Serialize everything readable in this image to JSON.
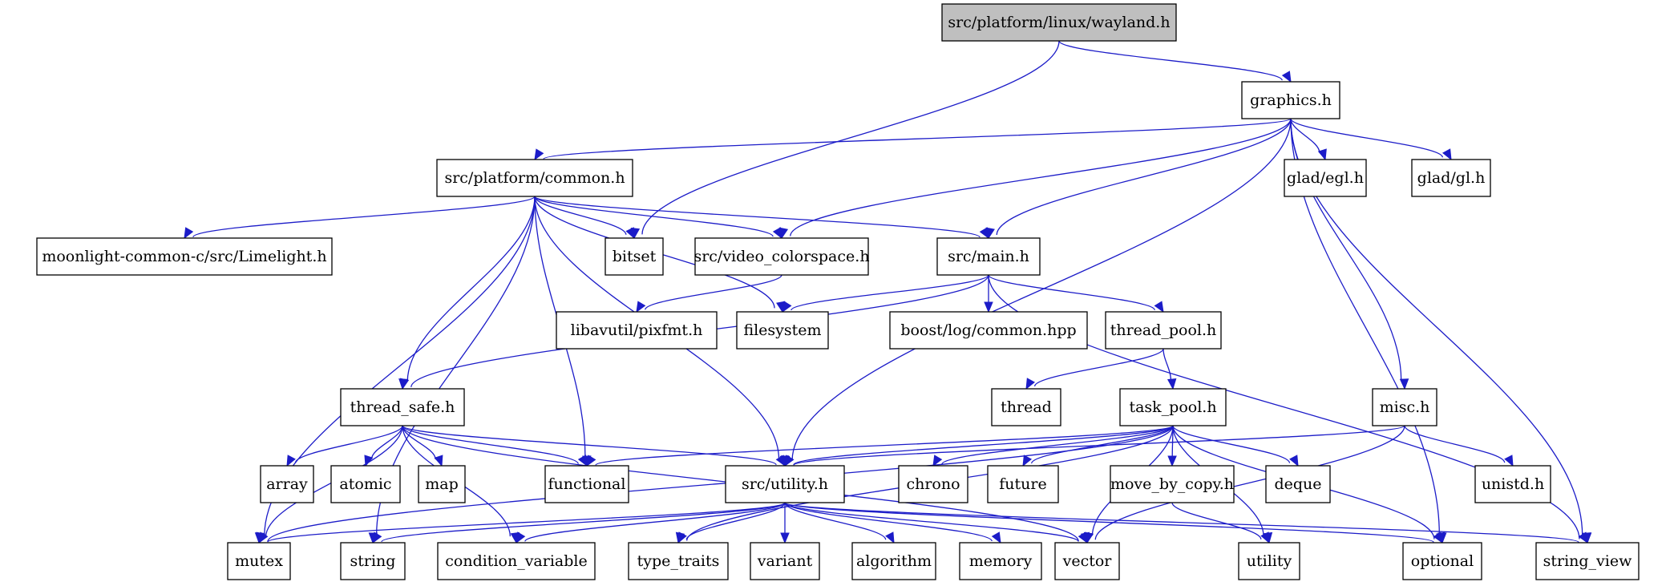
{
  "nodes": {
    "wayland_h": "src/platform/linux/wayland.h",
    "graphics_h": "graphics.h",
    "platform_common_h": "src/platform/common.h",
    "glad_egl_h": "glad/egl.h",
    "glad_gl_h": "glad/gl.h",
    "limelight_h": "moonlight-common-c/src/Limelight.h",
    "bitset": "bitset",
    "video_colorspace_h": "src/video_colorspace.h",
    "main_h": "src/main.h",
    "pixfmt_h": "libavutil/pixfmt.h",
    "filesystem": "filesystem",
    "boost_log_common": "boost/log/common.hpp",
    "thread_pool_h": "thread_pool.h",
    "thread_safe_h": "thread_safe.h",
    "thread": "thread",
    "task_pool_h": "task_pool.h",
    "misc_h": "misc.h",
    "array": "array",
    "atomic": "atomic",
    "map": "map",
    "functional": "functional",
    "utility_h": "src/utility.h",
    "chrono": "chrono",
    "future": "future",
    "move_by_copy_h": "move_by_copy.h",
    "deque": "deque",
    "unistd_h": "unistd.h",
    "mutex": "mutex",
    "string": "string",
    "condition_variable": "condition_variable",
    "type_traits": "type_traits",
    "variant": "variant",
    "algorithm": "algorithm",
    "memory": "memory",
    "vector": "vector",
    "utility": "utility",
    "optional": "optional",
    "string_view": "string_view"
  },
  "edges": [
    [
      "wayland_h",
      "graphics_h"
    ],
    [
      "wayland_h",
      "bitset"
    ],
    [
      "graphics_h",
      "platform_common_h"
    ],
    [
      "graphics_h",
      "glad_egl_h"
    ],
    [
      "graphics_h",
      "glad_gl_h"
    ],
    [
      "graphics_h",
      "video_colorspace_h"
    ],
    [
      "graphics_h",
      "main_h"
    ],
    [
      "graphics_h",
      "misc_h"
    ],
    [
      "graphics_h",
      "utility_h"
    ],
    [
      "graphics_h",
      "optional"
    ],
    [
      "graphics_h",
      "string_view"
    ],
    [
      "platform_common_h",
      "limelight_h"
    ],
    [
      "platform_common_h",
      "bitset"
    ],
    [
      "platform_common_h",
      "video_colorspace_h"
    ],
    [
      "platform_common_h",
      "main_h"
    ],
    [
      "platform_common_h",
      "filesystem"
    ],
    [
      "platform_common_h",
      "thread_safe_h"
    ],
    [
      "platform_common_h",
      "functional"
    ],
    [
      "platform_common_h",
      "utility_h"
    ],
    [
      "platform_common_h",
      "mutex"
    ],
    [
      "platform_common_h",
      "string"
    ],
    [
      "video_colorspace_h",
      "pixfmt_h"
    ],
    [
      "main_h",
      "filesystem"
    ],
    [
      "main_h",
      "boost_log_common"
    ],
    [
      "main_h",
      "thread_pool_h"
    ],
    [
      "main_h",
      "thread_safe_h"
    ],
    [
      "main_h",
      "string_view"
    ],
    [
      "thread_pool_h",
      "thread"
    ],
    [
      "thread_pool_h",
      "task_pool_h"
    ],
    [
      "thread_safe_h",
      "array"
    ],
    [
      "thread_safe_h",
      "atomic"
    ],
    [
      "thread_safe_h",
      "map"
    ],
    [
      "thread_safe_h",
      "functional"
    ],
    [
      "thread_safe_h",
      "utility_h"
    ],
    [
      "thread_safe_h",
      "condition_variable"
    ],
    [
      "thread_safe_h",
      "mutex"
    ],
    [
      "thread_safe_h",
      "vector"
    ],
    [
      "task_pool_h",
      "utility_h"
    ],
    [
      "task_pool_h",
      "functional"
    ],
    [
      "task_pool_h",
      "chrono"
    ],
    [
      "task_pool_h",
      "future"
    ],
    [
      "task_pool_h",
      "move_by_copy_h"
    ],
    [
      "task_pool_h",
      "deque"
    ],
    [
      "task_pool_h",
      "vector"
    ],
    [
      "task_pool_h",
      "utility"
    ],
    [
      "task_pool_h",
      "optional"
    ],
    [
      "task_pool_h",
      "type_traits"
    ],
    [
      "task_pool_h",
      "mutex"
    ],
    [
      "misc_h",
      "utility_h"
    ],
    [
      "misc_h",
      "unistd_h"
    ],
    [
      "misc_h",
      "vector"
    ],
    [
      "move_by_copy_h",
      "utility"
    ],
    [
      "utility_h",
      "mutex"
    ],
    [
      "utility_h",
      "string"
    ],
    [
      "utility_h",
      "condition_variable"
    ],
    [
      "utility_h",
      "type_traits"
    ],
    [
      "utility_h",
      "variant"
    ],
    [
      "utility_h",
      "algorithm"
    ],
    [
      "utility_h",
      "memory"
    ],
    [
      "utility_h",
      "vector"
    ],
    [
      "utility_h",
      "optional"
    ],
    [
      "utility_h",
      "string_view"
    ]
  ]
}
